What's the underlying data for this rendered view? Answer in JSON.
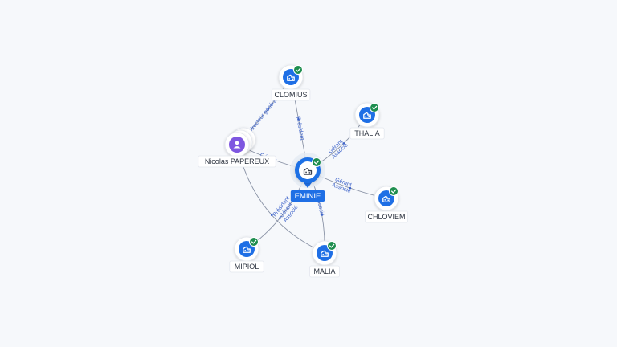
{
  "graph": {
    "center": {
      "id": "eminie",
      "label": "EMINIE",
      "type": "company",
      "verified": true
    },
    "nodes": [
      {
        "id": "clomius",
        "label": "CLOMIUS",
        "type": "company",
        "verified": true
      },
      {
        "id": "thalia",
        "label": "THALIA",
        "type": "company",
        "verified": true
      },
      {
        "id": "chloviem",
        "label": "CHLOVIEM",
        "type": "company",
        "verified": true
      },
      {
        "id": "malia",
        "label": "MALIA",
        "type": "company",
        "verified": true
      },
      {
        "id": "mipiol",
        "label": "MIPIOL",
        "type": "company",
        "verified": true
      },
      {
        "id": "nicolas",
        "label": "Nicolas PAPEREUX",
        "type": "person",
        "verified": false
      }
    ],
    "edges": [
      {
        "from": "eminie",
        "to": "clomius",
        "labels": [
          "Président"
        ]
      },
      {
        "from": "eminie",
        "to": "thalia",
        "labels": [
          "Gérant",
          "Associé"
        ]
      },
      {
        "from": "eminie",
        "to": "chloviem",
        "labels": [
          "Gérant",
          "Associé"
        ]
      },
      {
        "from": "eminie",
        "to": "malia",
        "labels": [
          "Associé"
        ]
      },
      {
        "from": "eminie",
        "to": "mipiol",
        "labels": [
          "Président",
          "Gérant",
          "Associé"
        ]
      },
      {
        "from": "nicolas",
        "to": "clomius",
        "labels": [
          "Directeur général"
        ]
      },
      {
        "from": "nicolas",
        "to": "eminie",
        "labels": [
          "Gérant"
        ]
      },
      {
        "from": "nicolas",
        "to": "malia",
        "labels": []
      }
    ]
  },
  "colors": {
    "background": "#f6f8fb",
    "company_icon": "#1f6fe5",
    "person_icon": "#7e57e0",
    "verified_badge": "#1e8e4f",
    "edge": "#8a93a6",
    "edge_label": "#3d63c9",
    "center_label_bg": "#1f6fe5"
  },
  "icons": {
    "company": "building-icon",
    "person": "person-icon",
    "verified": "check-badge-icon"
  }
}
